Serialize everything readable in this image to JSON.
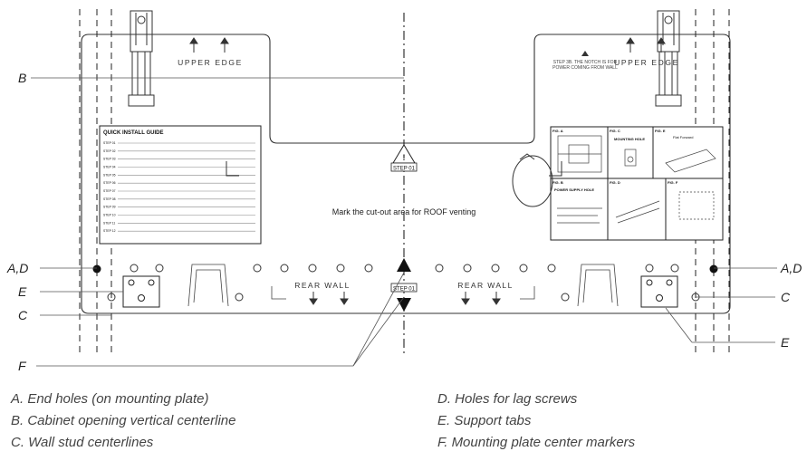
{
  "plate": {
    "upper_edge": "UPPER EDGE",
    "step_note_1": "STEP 3B. THE NOTCH IS FOR",
    "step_note_2": "POWER COMING FROM WALL",
    "step_01": "STEP 01",
    "roof_note": "Mark the cut-out area for ROOF venting",
    "rear_wall": "REAR WALL"
  },
  "guide": {
    "title": "QUICK INSTALL GUIDE",
    "steps": [
      "STEP 01",
      "STEP 02",
      "STEP 03",
      "STEP 04",
      "STEP 05",
      "STEP 06",
      "STEP 07",
      "STEP 08",
      "STEP 09",
      "STEP 10",
      "STEP 11",
      "STEP 12"
    ]
  },
  "figures": {
    "fig_a": "FIG. A",
    "fig_b": "FIG. B",
    "fig_c": "FIG. C",
    "fig_d": "FIG. D",
    "fig_e": "FIG. E",
    "fig_f": "FIG. F",
    "mounting_hole": "MOUNTING HOLE",
    "power_supply_hole": "POWER SUPPLY HOLE",
    "flat_forward": "Flat Forward"
  },
  "callouts": {
    "b": "B",
    "ad_left": "A,D",
    "ad_right": "A,D",
    "e_left": "E",
    "e_right": "E",
    "c_left": "C",
    "c_right": "C",
    "f": "F"
  },
  "legend": [
    "A. End holes (on mounting plate)",
    "B. Cabinet opening vertical centerline",
    "C. Wall stud centerlines",
    "D. Holes for lag screws",
    "E. Support tabs",
    "F. Mounting plate center markers"
  ]
}
